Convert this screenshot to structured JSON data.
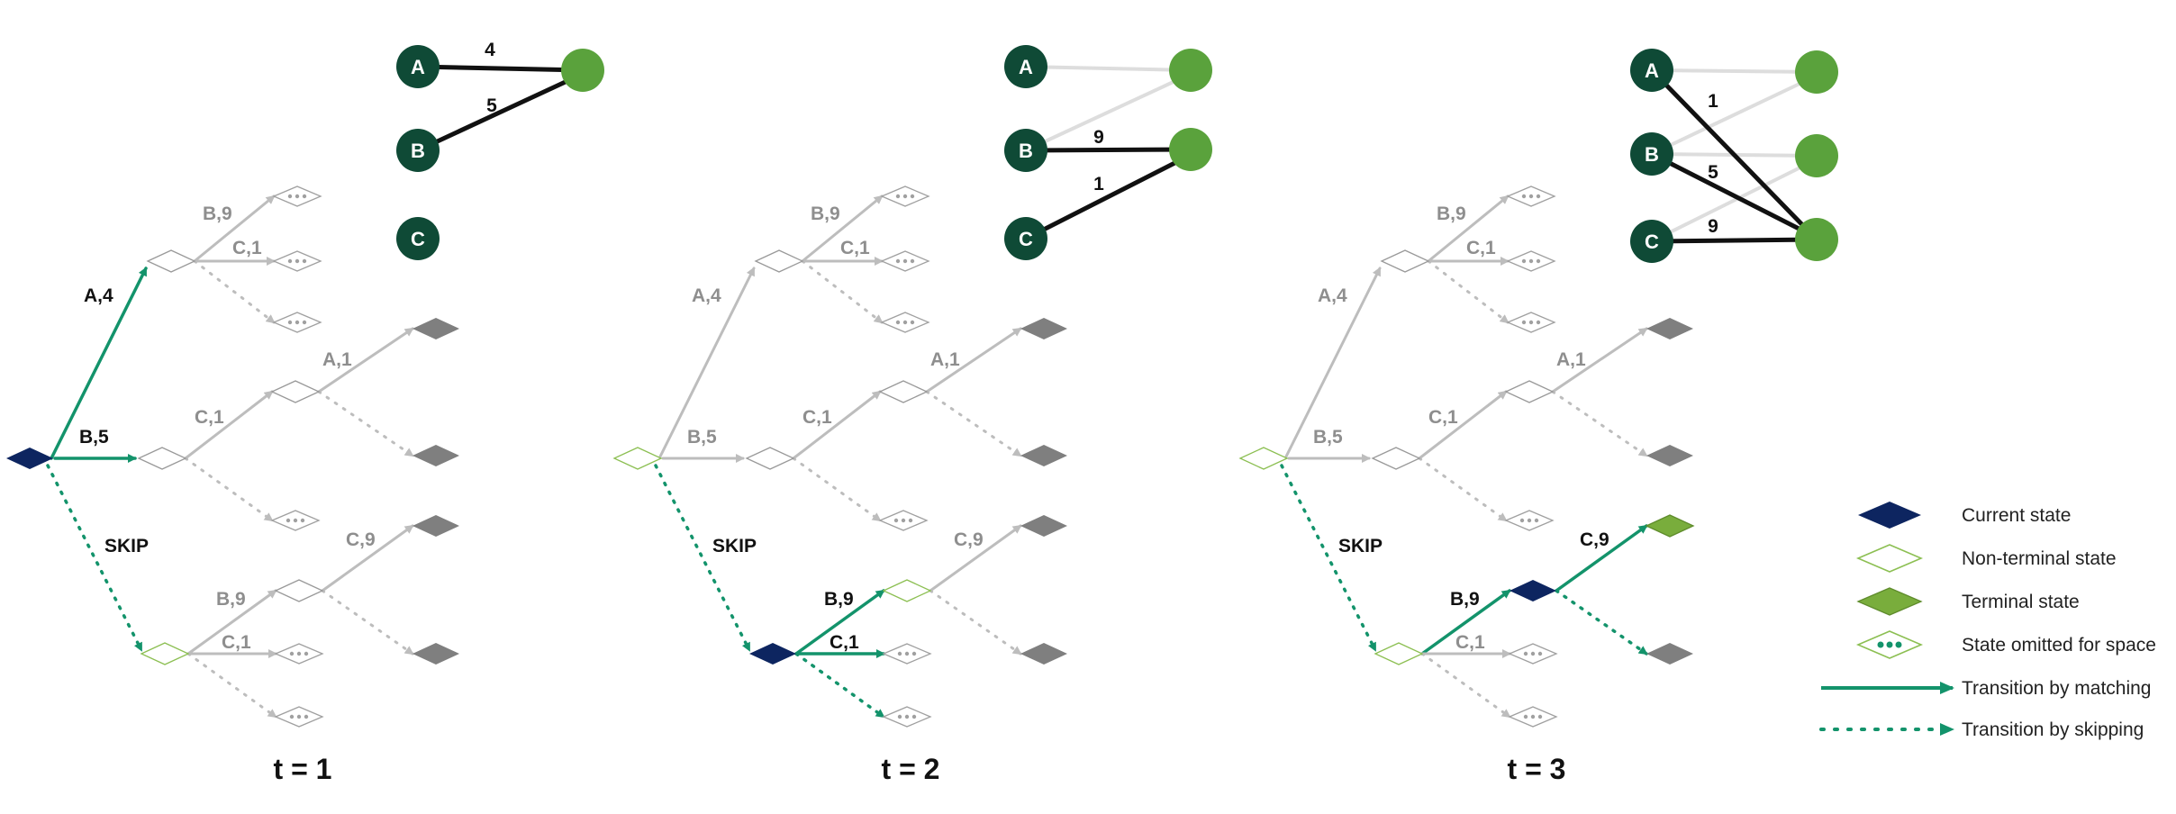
{
  "colors": {
    "current": "#0d2560",
    "terminal": "#79ad3c",
    "terminal_gray": "#7f7f7f",
    "nonterminal_gray": "#999999",
    "nonterminal_green": "#8cbf52",
    "edge_match": "#13936b",
    "edge_gray": "#bdbdbd",
    "graph_left": "#0f4a36",
    "graph_right": "#5aa23c"
  },
  "icons": {
    "current_state": "filled-diamond-icon",
    "non_terminal_state": "outline-diamond-icon",
    "terminal_state": "filled-diamond-icon",
    "omitted_state": "ellipsis-diamond-icon"
  },
  "panels": [
    {
      "time_label": "t = 1",
      "graph": {
        "left_nodes": [
          "A",
          "B",
          "C"
        ],
        "edge_labels": [
          "4",
          "5"
        ]
      },
      "tree_labels": {
        "root_a": "A,4",
        "root_b": "B,5",
        "skip": "SKIP",
        "a_b": "B,9",
        "a_c": "C,1",
        "b_c": "C,1",
        "bc_a": "A,1",
        "s_b": "B,9",
        "s_c": "C,1",
        "sb_c": "C,9"
      }
    },
    {
      "time_label": "t = 2",
      "graph": {
        "left_nodes": [
          "A",
          "B",
          "C"
        ],
        "edge_labels": [
          "9",
          "1"
        ]
      },
      "tree_labels": {
        "root_a": "A,4",
        "root_b": "B,5",
        "skip": "SKIP",
        "a_b": "B,9",
        "a_c": "C,1",
        "b_c": "C,1",
        "bc_a": "A,1",
        "s_b": "B,9",
        "s_c": "C,1",
        "sb_c": "C,9"
      }
    },
    {
      "time_label": "t = 3",
      "graph": {
        "left_nodes": [
          "A",
          "B",
          "C"
        ],
        "edge_labels": [
          "1",
          "5",
          "9"
        ]
      },
      "tree_labels": {
        "root_a": "A,4",
        "root_b": "B,5",
        "skip": "SKIP",
        "a_b": "B,9",
        "a_c": "C,1",
        "b_c": "C,1",
        "bc_a": "A,1",
        "s_b": "B,9",
        "s_c": "C,1",
        "sb_c": "C,9"
      }
    }
  ],
  "legend": [
    {
      "key": "current",
      "label": "Current state"
    },
    {
      "key": "nonterminal",
      "label": "Non-terminal state"
    },
    {
      "key": "terminal",
      "label": "Terminal state"
    },
    {
      "key": "omitted",
      "label": "State omitted for space"
    },
    {
      "key": "match",
      "label": "Transition by matching"
    },
    {
      "key": "skip",
      "label": "Transition by skipping"
    }
  ]
}
